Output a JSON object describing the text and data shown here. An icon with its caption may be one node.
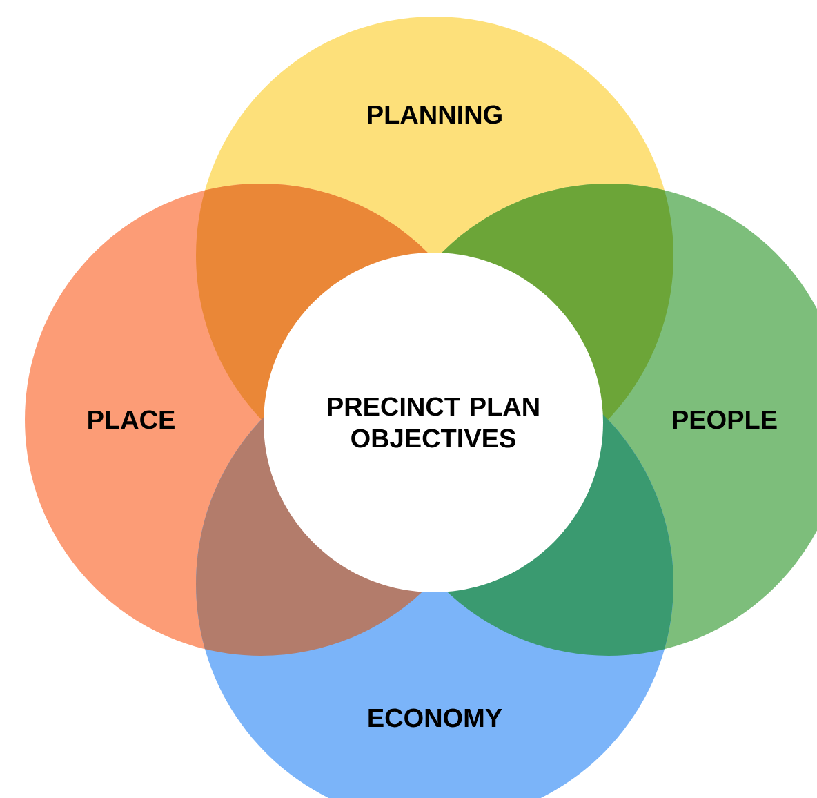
{
  "diagram": {
    "nodes": [
      {
        "text": [
          "PLANNING"
        ]
      },
      {
        "text": [
          "PLACE"
        ]
      },
      {
        "text": [
          "PRECINCT PLAN OBJECTIVES"
        ]
      },
      {
        "text": [
          "PEOPLE"
        ]
      },
      {
        "text": [
          "ECONOMY"
        ]
      }
    ]
  }
}
